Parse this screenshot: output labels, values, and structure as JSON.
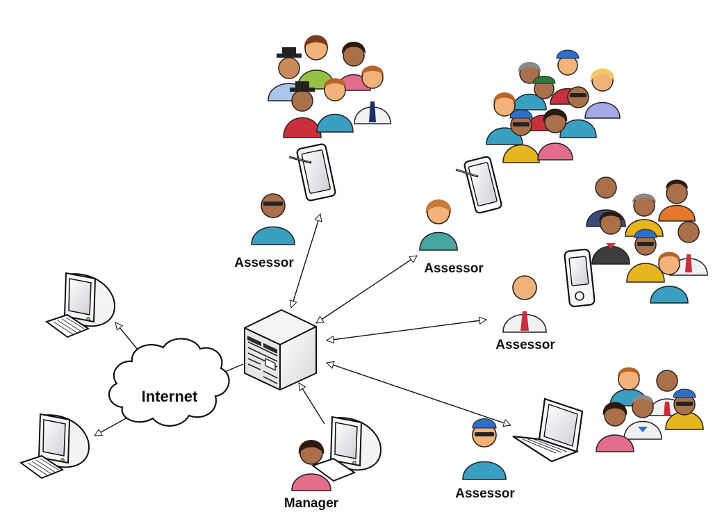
{
  "labels": {
    "internet": "Internet",
    "manager": "Manager",
    "assessor_top": "Assessor",
    "assessor_upper_right": "Assessor",
    "assessor_middle_right": "Assessor",
    "assessor_bottom": "Assessor"
  },
  "icons": {
    "server": "server-icon",
    "cloud": "cloud-icon",
    "desktop": "desktop-computer-icon",
    "tablet": "tablet-with-stylus-icon",
    "pda": "pda-icon",
    "laptop": "laptop-icon",
    "person": "person-icon",
    "group": "people-group-icon"
  },
  "colors": {
    "outline": "#111111",
    "skin": "#f2b27a",
    "skin_dark": "#a9704a",
    "teal": "#3a9fc1",
    "pink": "#e56d8c",
    "yellow": "#e7b51d",
    "red": "#c9303b",
    "green": "#96c346",
    "navy": "#3a4a7a",
    "orange": "#e8772e",
    "white_shirt": "#f1f1f4"
  }
}
